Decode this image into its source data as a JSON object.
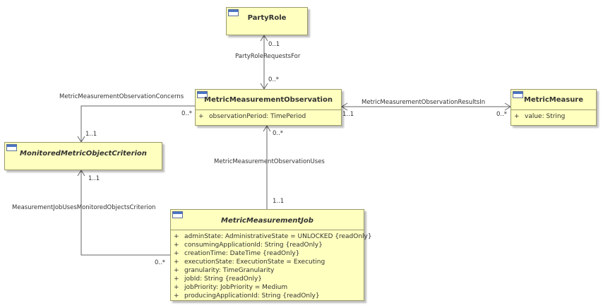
{
  "classes": {
    "party_role": {
      "name": "PartyRole"
    },
    "observation": {
      "name": "MetricMeasurementObservation",
      "attributes": [
        {
          "vis": "+",
          "text": "observationPeriod: TimePeriod"
        }
      ]
    },
    "metric_measure": {
      "name": "MetricMeasure",
      "attributes": [
        {
          "vis": "+",
          "text": "value: String"
        }
      ]
    },
    "criterion": {
      "name": "MonitoredMetricObjectCriterion"
    },
    "job": {
      "name": "MetricMeasurementJob",
      "attributes": [
        {
          "vis": "+",
          "text": "adminState: AdministrativeState = UNLOCKED {readOnly}"
        },
        {
          "vis": "+",
          "text": "consumingApplicationId: String {readOnly}"
        },
        {
          "vis": "+",
          "text": "creationTime: DateTime {readOnly}"
        },
        {
          "vis": "+",
          "text": "executionState: ExecutionState = Executing"
        },
        {
          "vis": "+",
          "text": "granularity: TimeGranularity"
        },
        {
          "vis": "+",
          "text": "jobId: String {readOnly}"
        },
        {
          "vis": "+",
          "text": "jobPriority: JobPriority = Medium"
        },
        {
          "vis": "+",
          "text": "producingApplicationId: String {readOnly}"
        }
      ]
    }
  },
  "associations": {
    "requests_for": {
      "name": "PartyRoleRequestsFor",
      "mult_top": "0..1",
      "mult_bottom": "0..*"
    },
    "concerns": {
      "name": "MetricMeasurementObservationConcerns",
      "mult_obs": "0..*",
      "mult_crit": "1..1"
    },
    "results_in": {
      "name": "MetricMeasurementObservationResultsIn",
      "mult_obs": "1..1",
      "mult_measure": "0..*"
    },
    "uses": {
      "name": "MetricMeasurementObservationUses",
      "mult_obs": "0..*",
      "mult_job": "1..1"
    },
    "job_uses": {
      "name": "MeasurementJobUsesMonitoredObjectsCriterion",
      "mult_crit": "1..1",
      "mult_job": "0..*"
    }
  }
}
